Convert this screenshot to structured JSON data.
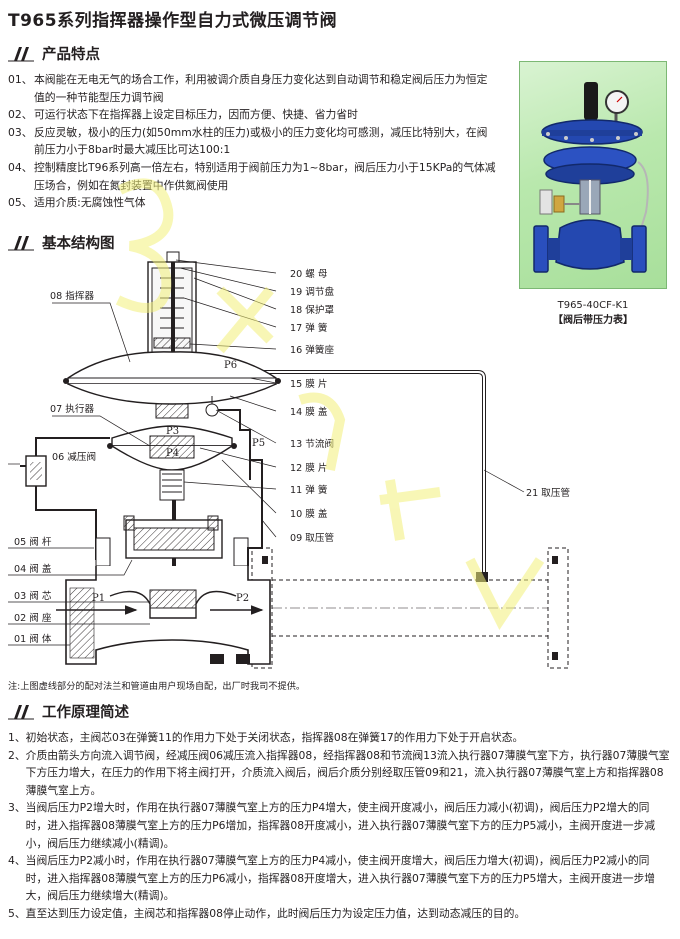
{
  "title": "T965系列指挥器操作型自力式微压调节阀",
  "sections": {
    "features": "产品特点",
    "structure": "基本结构图",
    "principle": "工作原理简述"
  },
  "features": [
    {
      "num": "01、",
      "text": "本阀能在无电无气的场合工作，利用被调介质自身压力变化达到自动调节和稳定阀后压力为恒定值的一种节能型压力调节阀"
    },
    {
      "num": "02、",
      "text": "可运行状态下在指挥器上设定目标压力，因而方便、快捷、省力省时"
    },
    {
      "num": "03、",
      "text": "反应灵敏，极小的压力(如50mm水柱的压力)或极小的压力变化均可感测，减压比特别大，在阀前压力小于8bar时最大减压比可达100:1"
    },
    {
      "num": "04、",
      "text": "控制精度比T96系列高一倍左右，特别适用于阀前压力为1~8bar，阀后压力小于15KPa的气体减压场合，例如在氮封装置中作供氮阀使用"
    },
    {
      "num": "05、",
      "text": "适用介质:无腐蚀性气体"
    }
  ],
  "photo": {
    "model": "T965-40CF-K1",
    "caption": "【阀后带压力表】"
  },
  "diagram_labels": {
    "left": [
      "08 指挥器",
      "07 执行器",
      "06 减压阀",
      "05 阀  杆",
      "04 阀  盖",
      "03 阀  芯",
      "02 阀  座",
      "01 阀  体"
    ],
    "right": [
      "20 螺  母",
      "19 调节盘",
      "18 保护罩",
      "17 弹  簧",
      "16 弹簧座",
      "15 膜  片",
      "14 膜  盖",
      "13 节流阀",
      "12 膜  片",
      "11 弹  簧",
      "10 膜  盖",
      "09 取压管"
    ],
    "pipe": "21 取压管",
    "pressures": [
      "P6",
      "P3",
      "P4",
      "P5",
      "P1",
      "P2"
    ]
  },
  "note": "注:上图虚线部分的配对法兰和管道由用户现场自配，出厂时我司不提供。",
  "principle": [
    {
      "num": "1、",
      "text": "初始状态，主阀芯03在弹簧11的作用力下处于关闭状态，指挥器08在弹簧17的作用力下处于开启状态。"
    },
    {
      "num": "2、",
      "text": "介质由箭头方向流入调节阀，经减压阀06减压流入指挥器08，经指挥器08和节流阀13流入执行器07薄膜气室下方，执行器07薄膜气室下方压力增大，在压力的作用下将主阀打开，介质流入阀后，阀后介质分别经取压管09和21，流入执行器07薄膜气室上方和指挥器08薄膜气室上方。"
    },
    {
      "num": "3、",
      "text": "当阀后压力P2增大时，作用在执行器07薄膜气室上方的压力P4增大，使主阀开度减小，阀后压力减小(初调)，阀后压力P2增大的同时，进入指挥器08薄膜气室上方的压力P6增加，指挥器08开度减小，进入执行器07薄膜气室下方的压力P5减小，主阀开度进一步减小，阀后压力继续减小(精调)。"
    },
    {
      "num": "4、",
      "text": "当阀后压力P2减小时，作用在执行器07薄膜气室上方的压力P4减小，使主阀开度增大，阀后压力增大(初调)，阀后压力P2减小的同时，进入指挥器08薄膜气室上方的压力P6减小，指挥器08开度增大，进入执行器07薄膜气室下方的压力P5增大，主阀开度进一步增大，阀后压力继续增大(精调)。"
    },
    {
      "num": "5、",
      "text": "直至达到压力设定值，主阀芯和指挥器08停止动作，此时阀后压力为设定压力值，达到动态减压的目的。"
    }
  ],
  "colors": {
    "text": "#231f20",
    "photo_bg": "#b9e8ad",
    "valve_blue": "#1f3f9a",
    "watermark": "#f3f07a"
  }
}
